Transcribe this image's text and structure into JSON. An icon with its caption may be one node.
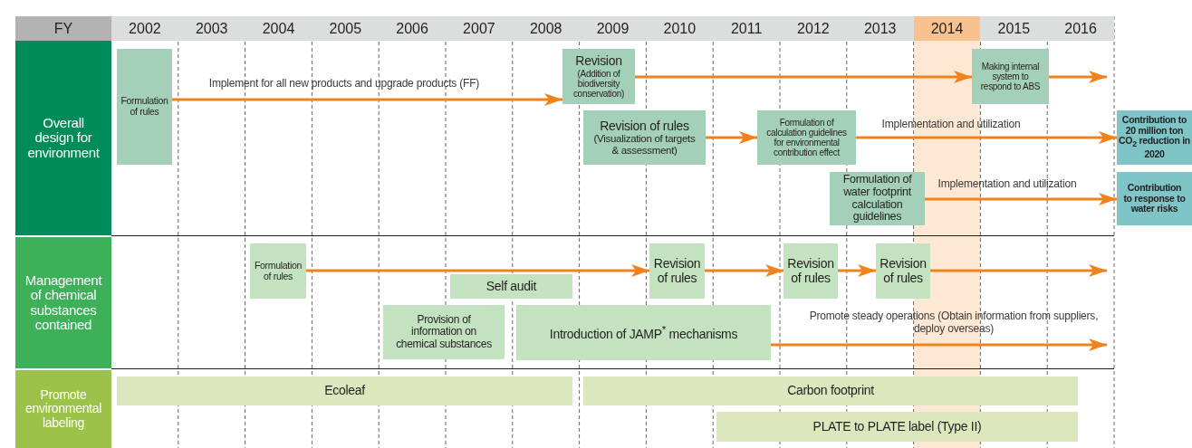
{
  "diagram": {
    "nodes": [
      {
        "text": [
          "Overall design for environment"
        ]
      },
      {
        "text": [
          "Formulation of rules"
        ]
      },
      {
        "text": [
          "Revision",
          "(Addition of biodiversity conservation)"
        ]
      },
      {
        "text": [
          "Making internal system to respond to ABS"
        ]
      },
      {
        "text": [
          "Revision of rules",
          "(Visualization of targets & assessment)"
        ]
      },
      {
        "text": [
          "Formulation of calculation guidelines for environmental contribution effect"
        ]
      },
      {
        "text": [
          "Formulation of water footprint calculation guidelines"
        ]
      },
      {
        "text": [
          "Contribution to 20 million ton CO$_{2}$ reduction in 2020"
        ]
      },
      {
        "text": [
          "Contribution to response to water risks"
        ]
      },
      {
        "text": [
          "Management of chemical substances contained"
        ]
      },
      {
        "text": [
          "Formulation of rules"
        ]
      },
      {
        "text": [
          "Self audit"
        ]
      },
      {
        "text": [
          "Revision of rules"
        ]
      },
      {
        "text": [
          "Revision of rules"
        ]
      },
      {
        "text": [
          "Revision of rules"
        ]
      },
      {
        "text": [
          "Provision of information on chemical substances"
        ]
      },
      {
        "text": [
          "Introduction of JAMP$^{*}$ mechanisms"
        ]
      },
      {
        "text": [
          "Promote environmental labeling"
        ]
      },
      {
        "text": [
          "Ecoleaf"
        ]
      },
      {
        "text": [
          "Carbon footprint"
        ]
      },
      {
        "text": [
          "PLATE to PLATE label (Type II)"
        ]
      }
    ],
    "edges": [
      {
        "from": 1,
        "to": 2,
        "arrow": "to",
        "label": "Implement for all new products and upgrade products (FF)"
      },
      {
        "from": 2,
        "to": 3,
        "arrow": "to"
      },
      {
        "from": 3,
        "to": null,
        "arrow": "to"
      },
      {
        "from": 4,
        "to": 5,
        "arrow": "to"
      },
      {
        "from": 5,
        "to": 7,
        "arrow": "to",
        "label": "Implementation and utilization"
      },
      {
        "from": 6,
        "to": 8,
        "arrow": "to",
        "label": "Implementation and utilization"
      },
      {
        "from": 10,
        "to": 12,
        "arrow": "to"
      },
      {
        "from": 12,
        "to": 13,
        "arrow": "to"
      },
      {
        "from": 13,
        "to": 14,
        "arrow": "to"
      },
      {
        "from": 14,
        "to": null,
        "arrow": "to"
      },
      {
        "from": 16,
        "to": null,
        "arrow": "to",
        "label": "Promote steady operations (Obtain information from suppliers, deploy overseas)"
      }
    ],
    "labels": [
      "FY",
      "2002",
      "2003",
      "2004",
      "2005",
      "2006",
      "2007",
      "2008",
      "2009",
      "2010",
      "2011",
      "2012",
      "2013",
      "2014",
      "2015",
      "2016"
    ]
  }
}
